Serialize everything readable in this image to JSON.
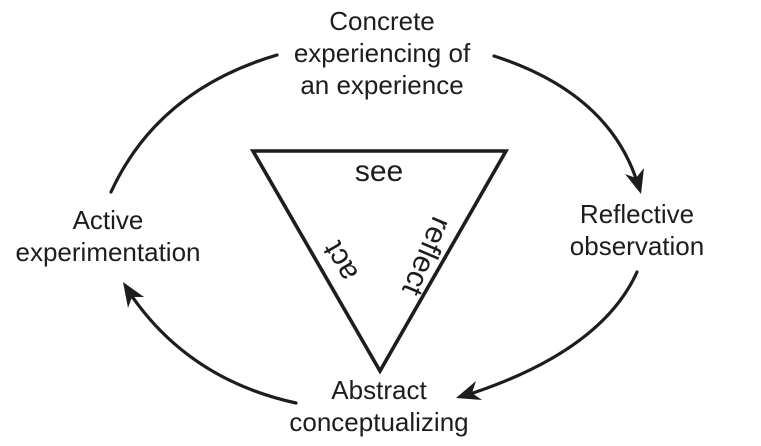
{
  "diagram": {
    "type": "cycle-diagram",
    "colors": {
      "ink": "#1d1d1b",
      "background": "#ffffff"
    },
    "nodes": {
      "top": {
        "lines": [
          "Concrete",
          "experiencing of",
          "an experience"
        ]
      },
      "right": {
        "lines": [
          "Reflective",
          "observation"
        ]
      },
      "bottom": {
        "lines": [
          "Abstract",
          "conceptualizing"
        ]
      },
      "left": {
        "lines": [
          "Active",
          "experimentation"
        ]
      }
    },
    "triangle": {
      "top_word": "see",
      "left_word": "act",
      "right_word": "reflect"
    },
    "arrows": {
      "top_left": {
        "from": "left-node",
        "to": "top-node",
        "arrowhead": false
      },
      "top_right": {
        "from": "top-node",
        "to": "right-node",
        "arrowhead": true
      },
      "bottom_right": {
        "from": "right-node",
        "to": "bottom-node",
        "arrowhead": true
      },
      "bottom_left": {
        "from": "bottom-node",
        "to": "left-node",
        "arrowhead": true
      }
    }
  }
}
